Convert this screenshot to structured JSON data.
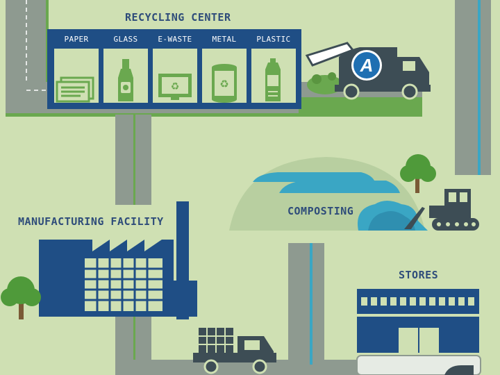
{
  "recycling_center": {
    "title": "RECYCLING CENTER",
    "bins": [
      {
        "label": "PAPER",
        "icon": "newspaper-icon"
      },
      {
        "label": "GLASS",
        "icon": "bottle-icon"
      },
      {
        "label": "E-WASTE",
        "icon": "monitor-icon"
      },
      {
        "label": "METAL",
        "icon": "can-icon"
      },
      {
        "label": "PLASTIC",
        "icon": "plastic-bottle-icon"
      }
    ],
    "truck_logo": "A"
  },
  "composting": {
    "title": "COMPOSTING"
  },
  "manufacturing": {
    "title": "MANUFACTURING FACILITY"
  },
  "stores": {
    "title": "STORES"
  },
  "colors": {
    "background": "#cfe0b3",
    "road": "#8e9a90",
    "navy": "#1f4e85",
    "green": "#6aa84f",
    "teal": "#3aa6c4"
  }
}
